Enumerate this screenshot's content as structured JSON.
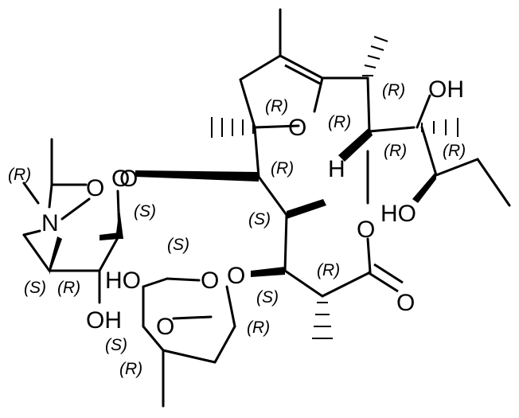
{
  "atom_labels": {
    "oh_top_right": "OH",
    "o_ring_furan": "O",
    "h_label": "H",
    "o_ester_ring": "O",
    "ho_right": "HO",
    "o_carbonyl": "O",
    "o_glyco_left": "O",
    "o_glyco_mid": "O",
    "n_left": "N",
    "o_oxazine_top": "O",
    "o_oxazine_bottom": "O",
    "ho_sugar": "HO",
    "oh_sugar_bottom": "OH",
    "o_sugar_ring": "O",
    "o_methoxy": "O"
  },
  "stereo_labels": {
    "r_furan_c": "(R)",
    "r_top_ch": "(R)",
    "r_oh_c": "(R)",
    "r_left_c": "(R)",
    "r_right_c1": "(R)",
    "r_right_c2": "(R)",
    "s_methyl_c": "(S)",
    "r_ester_c": "(R)",
    "s_ester_c": "(S)",
    "r_oxazine_top": "(R)",
    "s_oxazine_o": "(S)",
    "s_bottom_left": "(S)",
    "r_bottom_left": "(R)",
    "s_sugar_top": "(S)",
    "r_sugar_right": "(R)",
    "s_sugar_left": "(S)",
    "r_sugar_bottom": "(R)"
  }
}
